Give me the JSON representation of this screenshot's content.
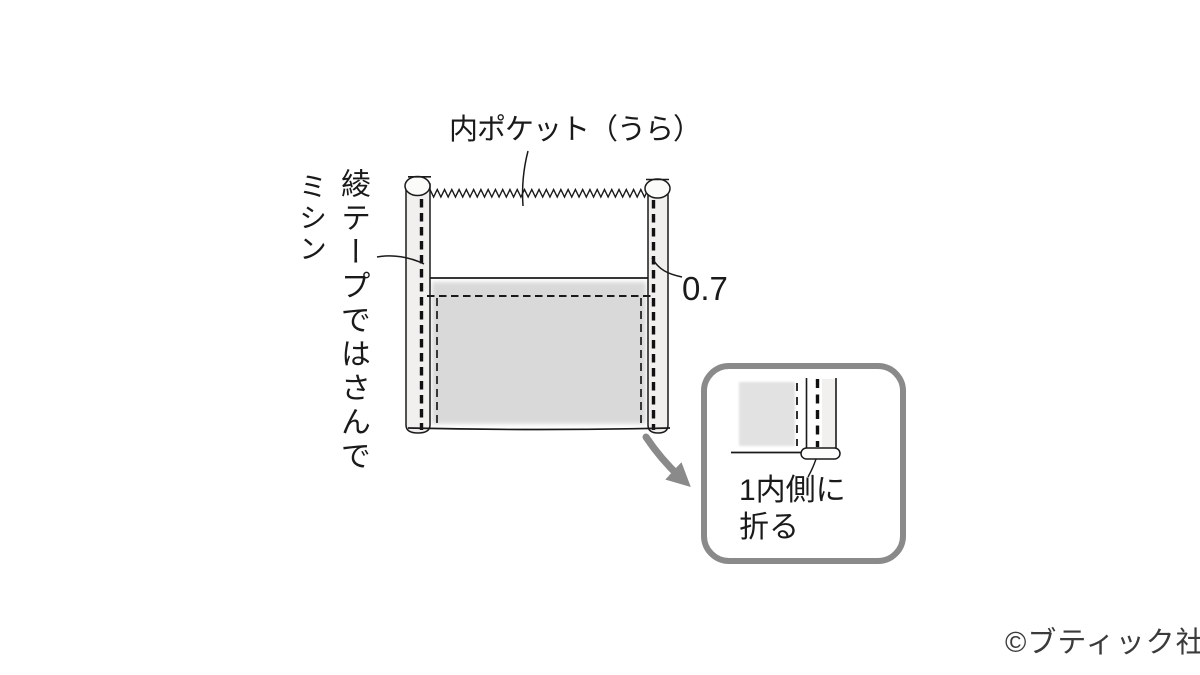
{
  "figure": {
    "pocket_label": "内ポケット（うら）",
    "tape_note_main": "綾テープではさんで",
    "tape_note_sub": "ミシン",
    "seam_allowance": "0.7",
    "fold_instruction": "1内側に\n折る",
    "credit": "©ブティック社"
  },
  "icons": {
    "curved_arrow": "points-to-fold-detail-callout"
  },
  "colors": {
    "line": "#1a1a1a",
    "tape_fill": "#f1f0ee",
    "fabric_gray": "#d9d9d9",
    "inset_gray": "#e2e2e2",
    "callout_gray": "#8a8a8a",
    "credit_text": "#3b3b3b"
  }
}
